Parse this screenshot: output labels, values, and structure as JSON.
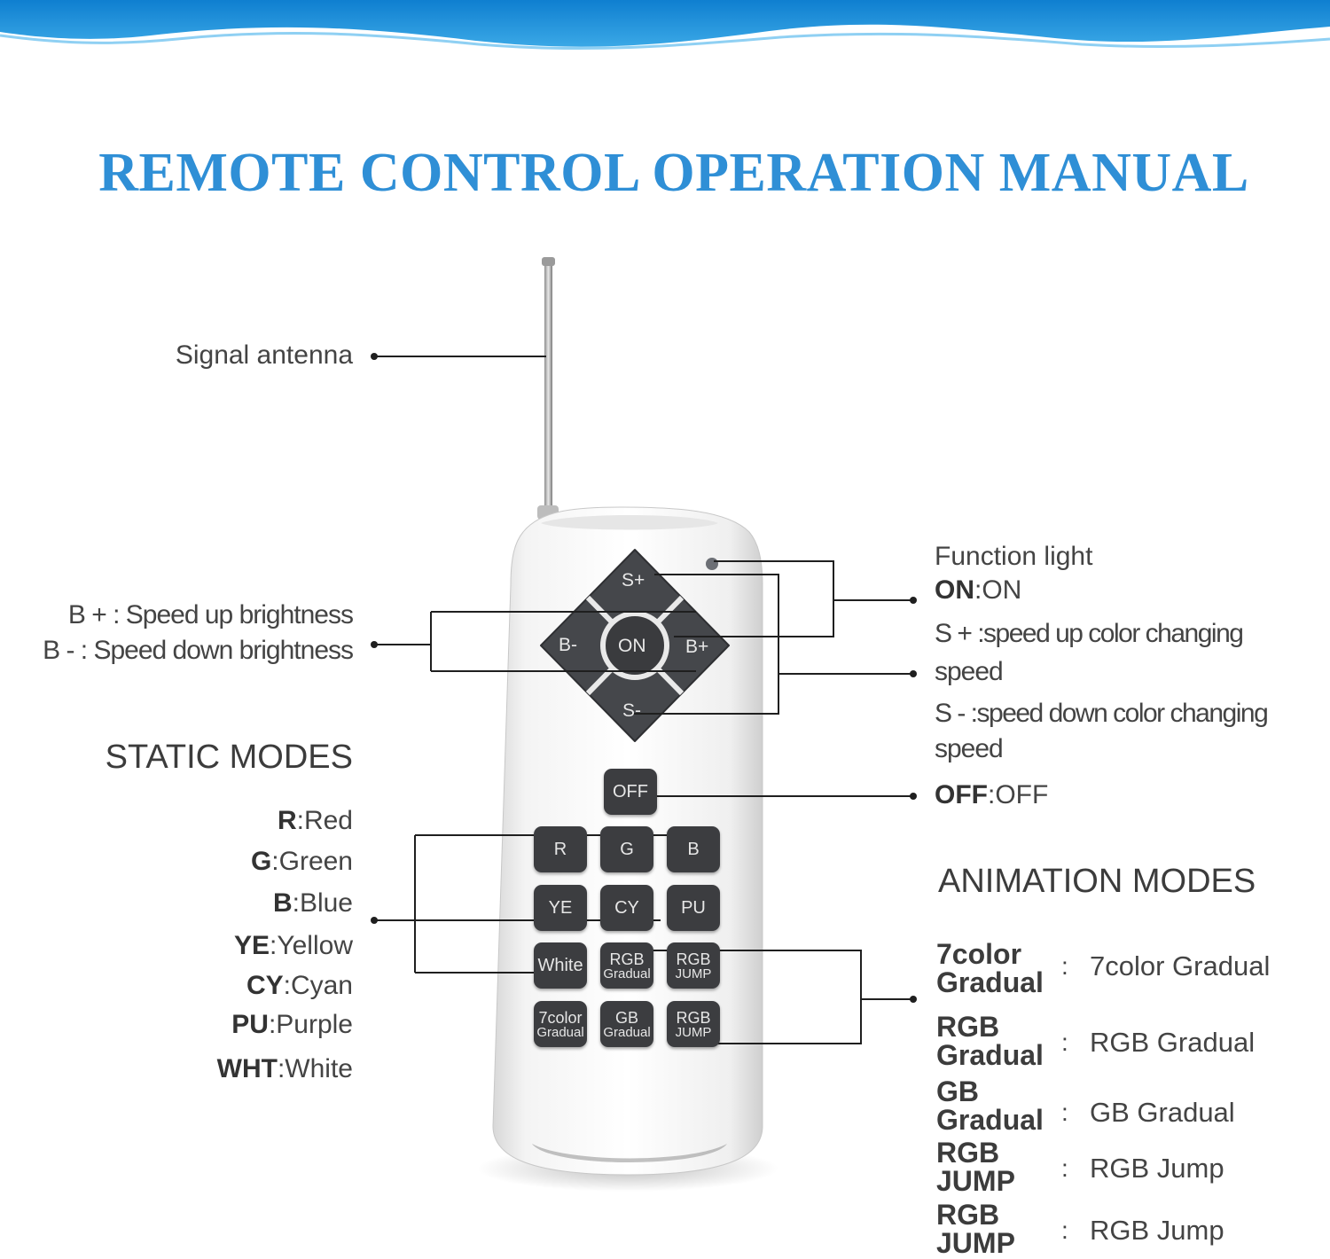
{
  "title": "REMOTE CONTROL OPERATION MANUAL",
  "left_labels": {
    "antenna": "Signal antenna",
    "brightness_up": "B + : Speed up brightness",
    "brightness_down": "B - : Speed down brightness"
  },
  "static_modes": {
    "heading": "STATIC MODES",
    "items": [
      {
        "key": "R",
        "text": ":Red"
      },
      {
        "key": "G",
        "text": ":Green"
      },
      {
        "key": "B",
        "text": ":Blue"
      },
      {
        "key": "YE",
        "text": ":Yellow"
      },
      {
        "key": "CY",
        "text": ":Cyan"
      },
      {
        "key": "PU",
        "text": ":Purple"
      },
      {
        "key": "WHT",
        "text": ":White"
      }
    ]
  },
  "right_labels": {
    "function_light": "Function light",
    "on_key": "ON",
    "on_text": ":ON",
    "s_plus": "S + :speed up color changing",
    "s_plus_cont": "speed",
    "s_minus": "S - :speed down color  changing",
    "s_minus_cont": "speed",
    "off_key": "OFF",
    "off_text": ":OFF"
  },
  "animation_modes": {
    "heading": "ANIMATION MODES",
    "colon": ":",
    "items": [
      {
        "name": "7color Gradual",
        "desc": "7color Gradual"
      },
      {
        "name": "RGB Gradual",
        "desc": "RGB Gradual"
      },
      {
        "name": "GB Gradual",
        "desc": "GB Gradual"
      },
      {
        "name": "RGB JUMP",
        "desc": "RGB Jump"
      },
      {
        "name": "RGB JUMP",
        "desc": "RGB Jump"
      }
    ]
  },
  "remote": {
    "dpad": {
      "up": "S+",
      "down": "S-",
      "left": "B-",
      "right": "B+",
      "center": "ON"
    },
    "off": "OFF",
    "rows": [
      [
        "R",
        "G",
        "B"
      ],
      [
        "YE",
        "CY",
        "PU"
      ],
      [
        "White",
        "RGB|Gradual",
        "RGB|JUMP"
      ],
      [
        "7color|Gradual",
        "GB|Gradual",
        "RGB|JUMP"
      ]
    ]
  },
  "colors": {
    "title": "#2f8fd6",
    "wave": "#1d8fd9",
    "button": "#3c3d40",
    "remote_body": "#f6f6f6"
  }
}
